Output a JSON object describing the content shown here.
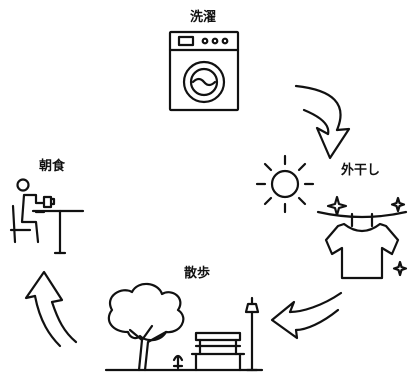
{
  "cycle": {
    "steps": [
      {
        "label": "洗濯",
        "icon": "washing-machine-icon"
      },
      {
        "label": "外干し",
        "icon": "sun-and-laundry-icon"
      },
      {
        "label": "散歩",
        "icon": "park-bench-icon"
      },
      {
        "label": "朝食",
        "icon": "breakfast-person-icon"
      }
    ],
    "arrows": [
      "arrow-wash-to-dry",
      "arrow-dry-to-walk",
      "arrow-walk-to-breakfast"
    ]
  },
  "colors": {
    "stroke": "#111111",
    "background": "#ffffff"
  }
}
